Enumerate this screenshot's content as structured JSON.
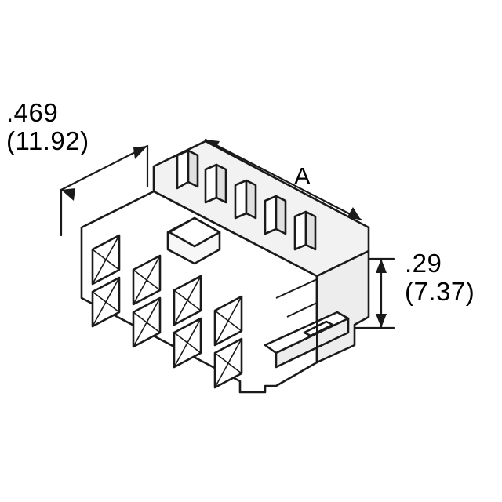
{
  "drawing": {
    "title": "connector-outline-drawing",
    "type": "engineering-dimension-drawing",
    "subject": "12-position dual-row wire-to-wire connector housing",
    "background_color": "#ffffff",
    "line_color": "#1a1a1a",
    "fill_color": "#ffffff",
    "shade_color": "#e8e8e8"
  },
  "dimensions": {
    "width": {
      "label": "width-dimension",
      "inch": ".469",
      "metric": "(11.92)",
      "text": ".469\n(11.92)"
    },
    "height": {
      "label": "height-dimension",
      "inch": ".29",
      "metric": "(7.37)",
      "text": ".29\n(7.37)"
    }
  },
  "callouts": [
    {
      "name": "dimension-letter-a",
      "text": "A"
    }
  ]
}
